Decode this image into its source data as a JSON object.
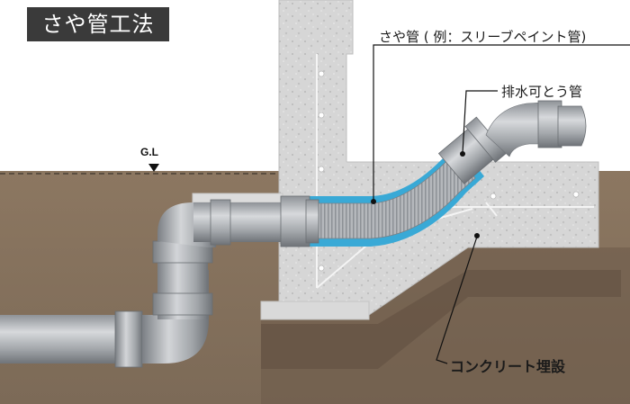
{
  "title": "さや管工法",
  "ground_level_label": "G.L",
  "labels": {
    "sleeve_pipe": "さや管 ( 例：スリーブペイント管)",
    "drain_pipe": "排水可とう管",
    "concrete": "コンクリート埋設"
  },
  "colors": {
    "title_bg": "#3a3a3a",
    "soil": "#8a7560",
    "concrete": "#d4d4d4",
    "pipe": "#a9adb1",
    "sleeve": "#39a9d6"
  }
}
